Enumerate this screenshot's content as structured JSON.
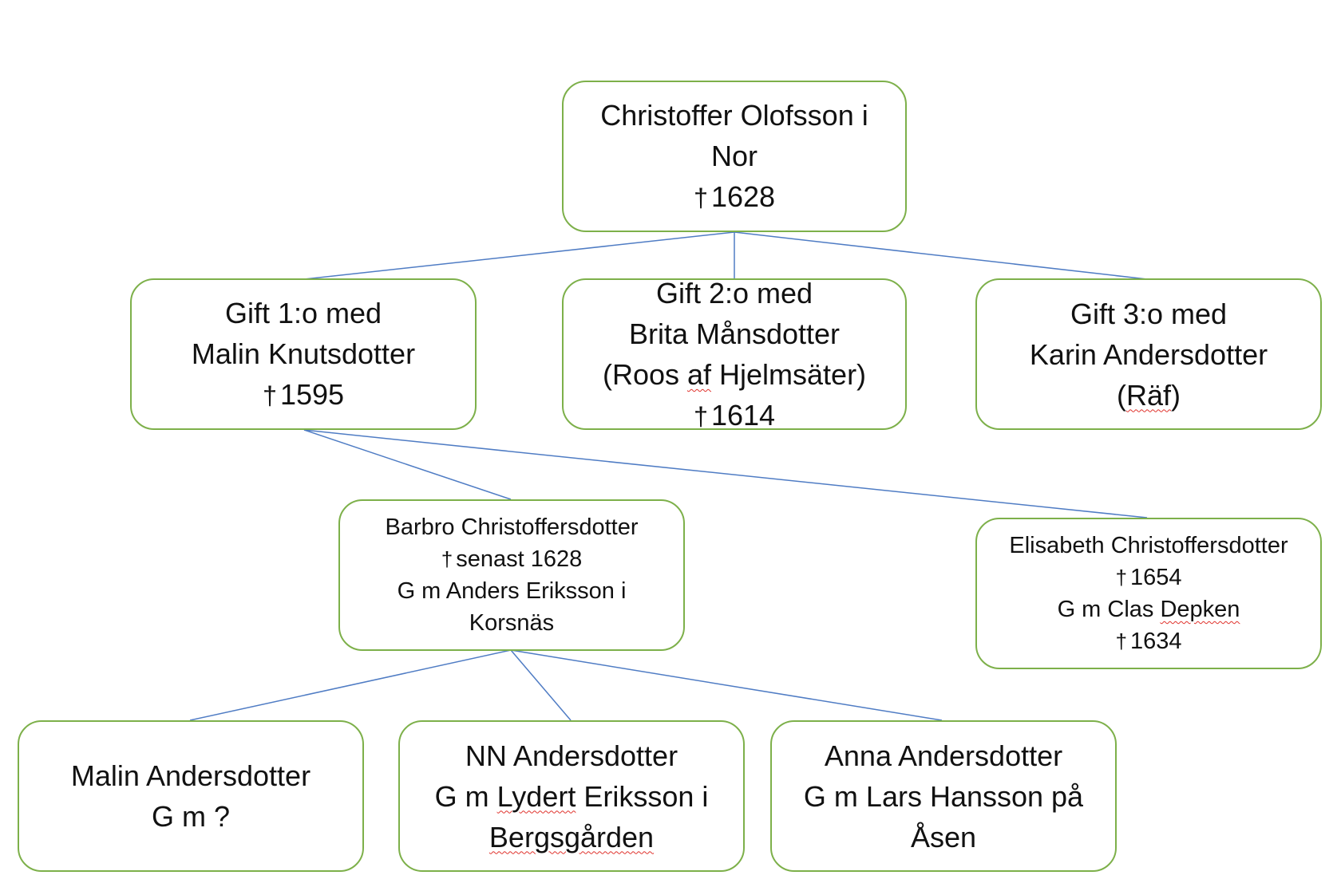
{
  "colors": {
    "node_border": "#7db04a",
    "connector": "#4f7cc4",
    "spellcheck_underline": "#e0322c"
  },
  "root": {
    "line1": "Christoffer Olofsson i",
    "line2": "Nor",
    "death": "1628"
  },
  "marriages": [
    {
      "line1": "Gift 1:o med",
      "line2": "Malin Knutsdotter",
      "death": "1595"
    },
    {
      "line1": "Gift 2:o med",
      "line2": "Brita Månsdotter",
      "line3_pre": "(Roos ",
      "line3_mark": "af",
      "line3_post": " Hjelmsäter)",
      "death": "1614"
    },
    {
      "line1": "Gift 3:o med",
      "line2": "Karin Andersdotter",
      "line3_pre": "(",
      "line3_mark": "Räf",
      "line3_post": ")"
    }
  ],
  "children": [
    {
      "name": "Barbro Christoffersdotter",
      "death": "senast 1628",
      "spouse_line1": "G m Anders Eriksson i",
      "spouse_line2": "Korsnäs"
    },
    {
      "name": "Elisabeth Christoffersdotter",
      "death": "1654",
      "spouse_pre": "G m Clas ",
      "spouse_mark": "Depken",
      "spouse_death": "1634"
    }
  ],
  "grandchildren": [
    {
      "line1": "Malin Andersdotter",
      "line2": "G m ?"
    },
    {
      "line1": "NN Andersdotter",
      "line2_pre": "G m ",
      "line2_mark": "Lydert",
      "line2_post": " Eriksson i",
      "line3_mark": "Bergsgården"
    },
    {
      "line1": "Anna Andersdotter",
      "line2": "G m Lars Hansson på",
      "line3": "Åsen"
    }
  ],
  "symbols": {
    "dagger": "†"
  }
}
